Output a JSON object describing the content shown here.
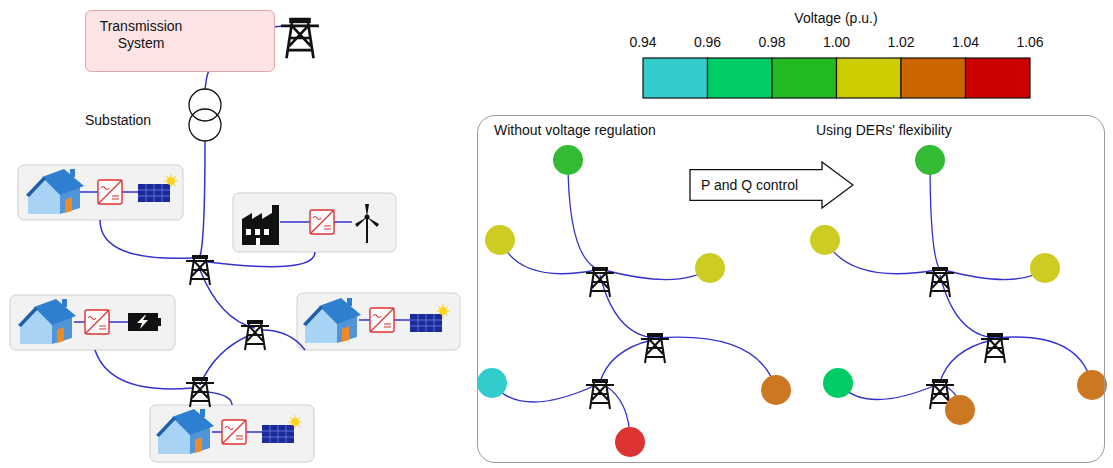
{
  "diagram": {
    "nodes": [
      {
        "text": [
          "Transmission System"
        ]
      },
      {
        "text": [
          "Without voltage regulation",
          "Using DERs' flexibility"
        ]
      },
      {
        "text": [
          "P and Q control"
        ],
        "in": 1
      }
    ],
    "labels": [
      "Substation",
      "Voltage (p.u.)",
      "0.94",
      "0.96",
      "0.98",
      "1.00",
      "1.02",
      "1.04",
      "1.06"
    ]
  }
}
